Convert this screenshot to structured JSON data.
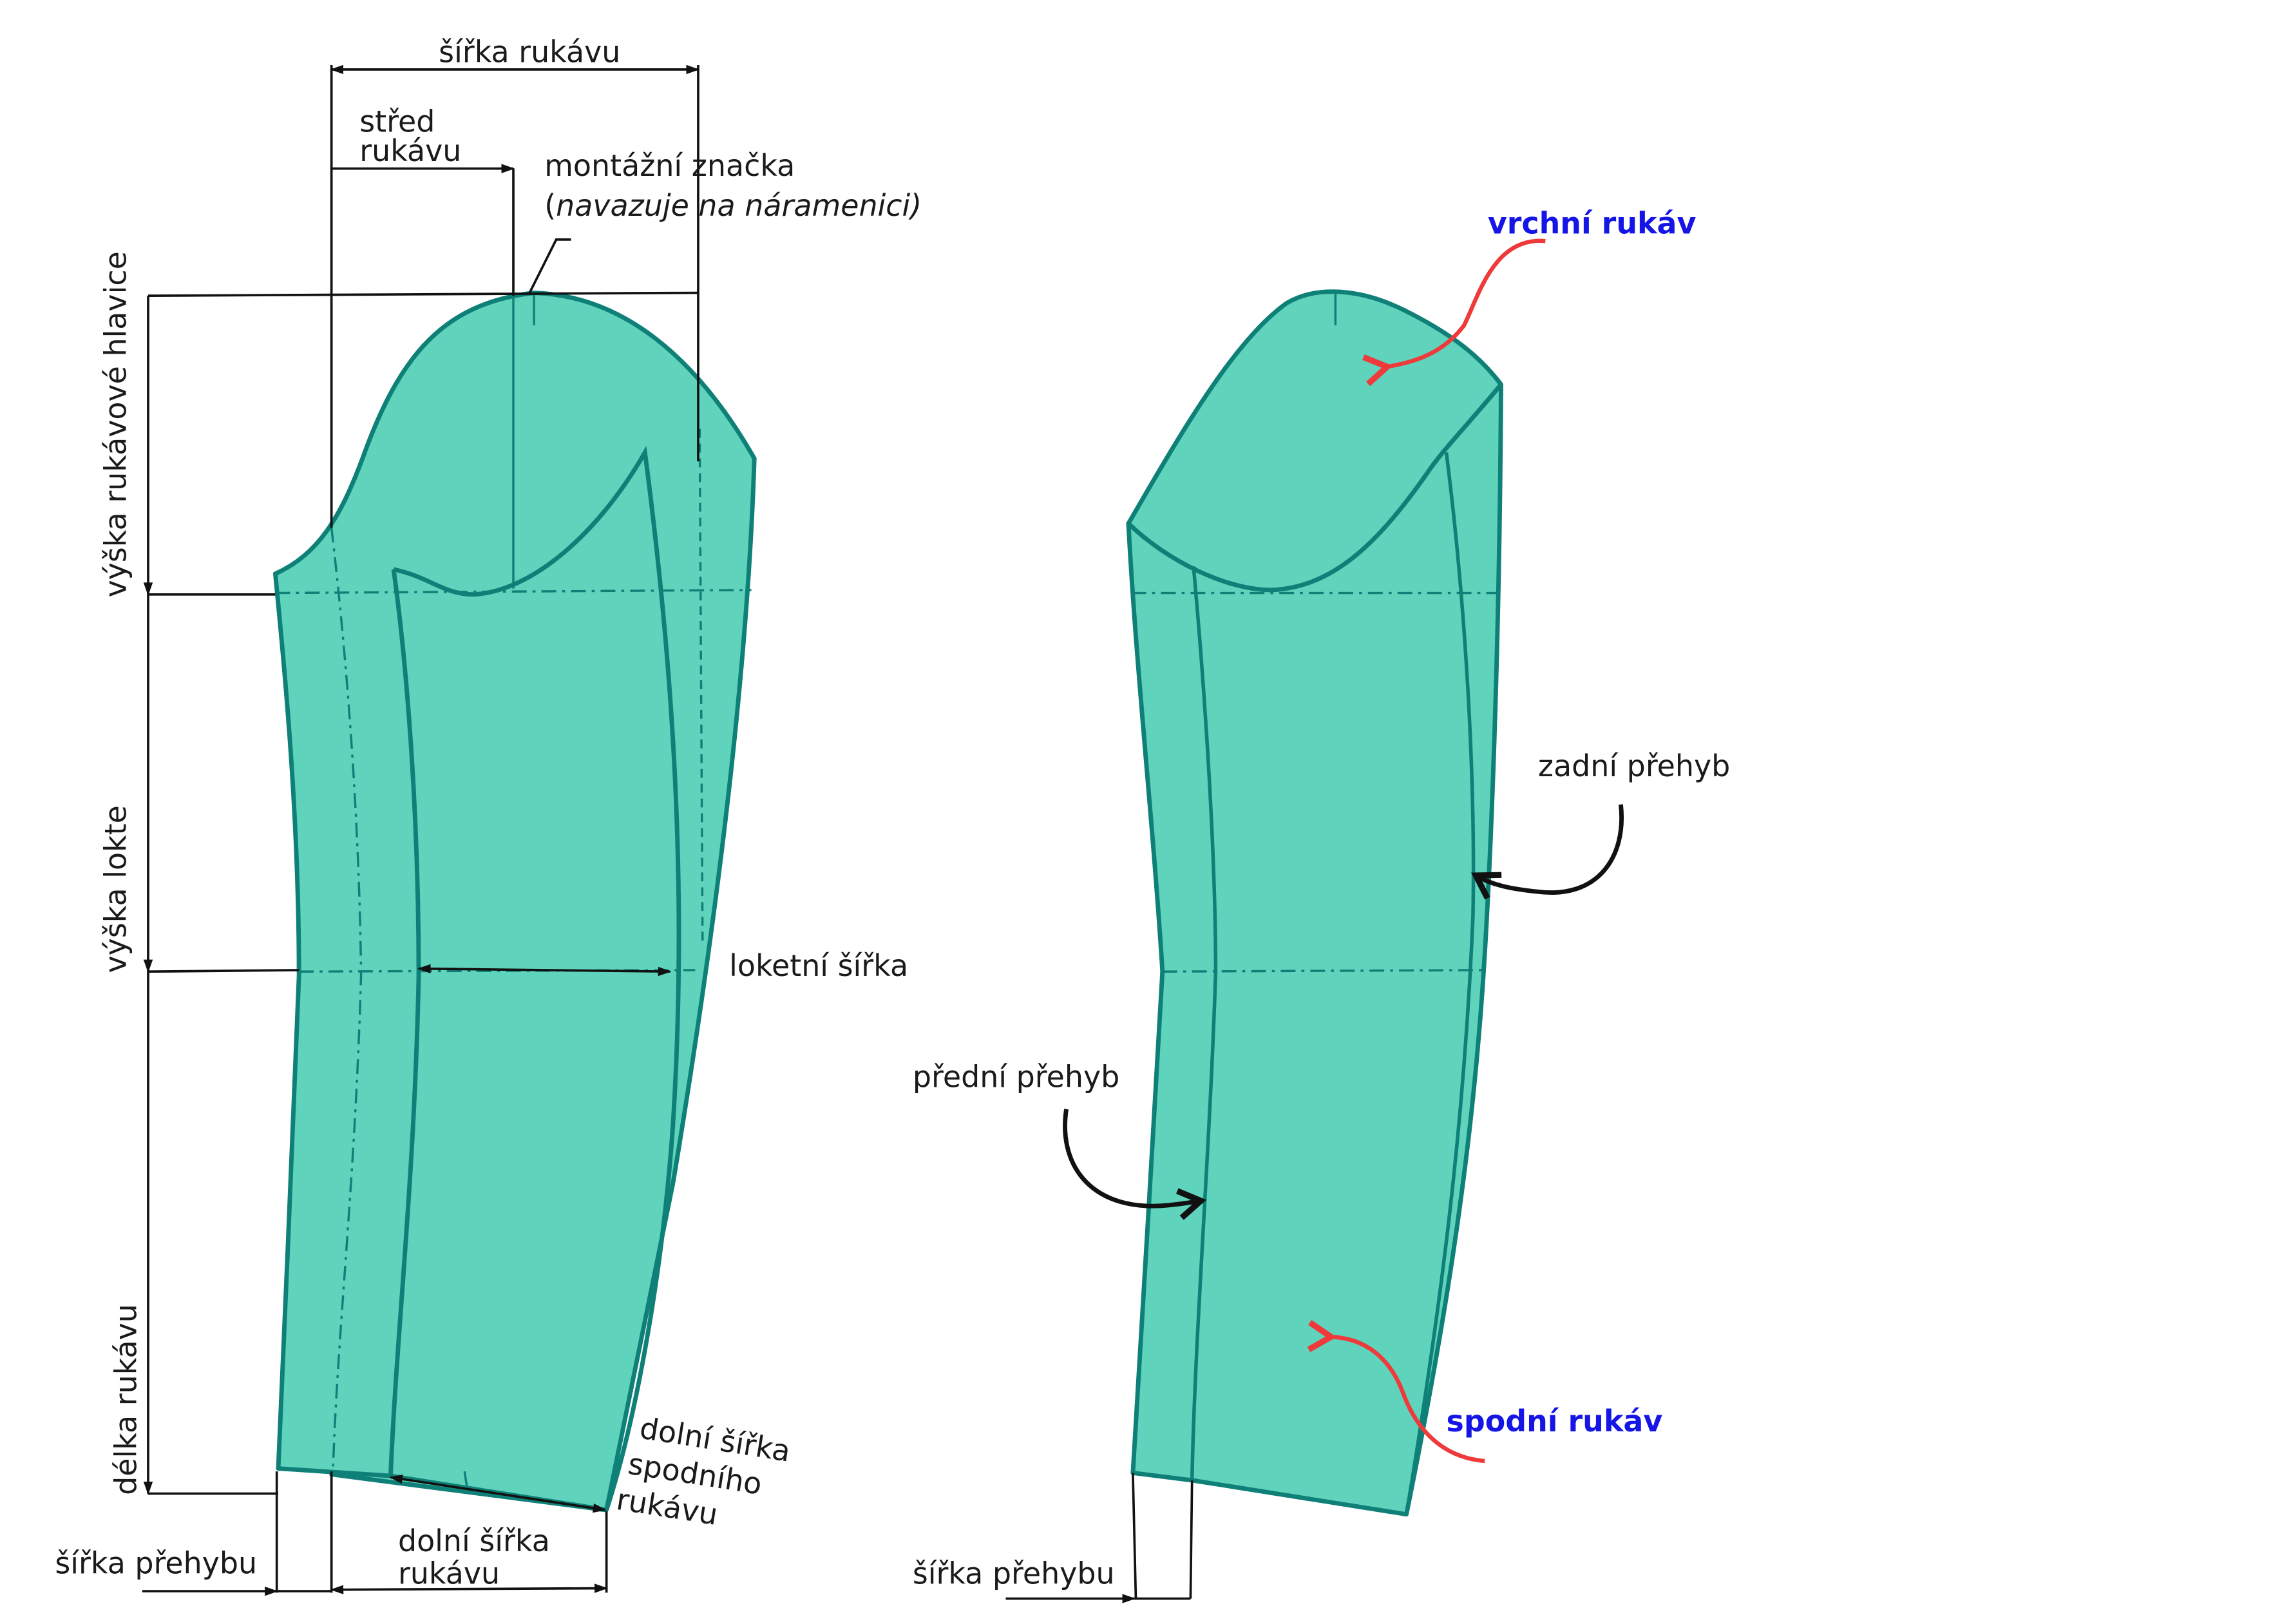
{
  "colors": {
    "fabric": "#5fd3bc",
    "outline": "#0f8077",
    "dim_line": "#111111",
    "arrow_red": "#ee3a3a",
    "label_blue": "#1515e6"
  },
  "left_diagram": {
    "labels": {
      "sleeve_width": "šířka rukávu",
      "sleeve_center_1": "střed",
      "sleeve_center_2": "rukávu",
      "notch_1": "montážní značka",
      "notch_2_open": "(",
      "notch_2_italic": "navazuje na náramenici",
      "notch_2_close": ")",
      "cap_height": "výška rukávové hlavice",
      "elbow_height": "výška lokte",
      "sleeve_length": "délka rukávu",
      "elbow_width": "loketní šířka",
      "lower_under_1": "dolní šířka",
      "lower_under_2": "spodního",
      "lower_under_3": "rukávu",
      "lower_width_1": "dolní šířka",
      "lower_width_2": "rukávu",
      "fold_width": "šířka přehybu"
    }
  },
  "right_diagram": {
    "labels": {
      "upper_sleeve": "vrchní rukáv",
      "back_fold": "zadní přehyb",
      "front_fold": "přední přehyb",
      "under_sleeve": "spodní rukáv",
      "fold_width": "šířka přehybu"
    }
  }
}
